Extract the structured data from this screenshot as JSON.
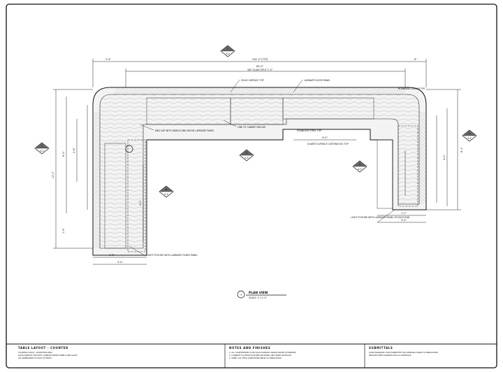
{
  "drawing": {
    "title": "PLAN VIEW",
    "scale": "SCALE: 1\"=1'-0\"",
    "detail_number": "3",
    "callouts": [
      {
        "id": "top",
        "number": "1",
        "sheet": "A-5"
      },
      {
        "id": "left",
        "number": "2",
        "sheet": "A-5"
      },
      {
        "id": "mid",
        "number": "3",
        "sheet": "A-5"
      },
      {
        "id": "inner",
        "number": "4",
        "sheet": "A-5"
      },
      {
        "id": "right",
        "number": "5",
        "sheet": "A-5"
      },
      {
        "id": "rightinner",
        "number": "6",
        "sheet": "A-5"
      }
    ],
    "dims": {
      "top_overall": "104'-0\" [TYP]",
      "top_sub": "60'-0\"",
      "top_note": "3/8\" GLASS SPLIT 2'-0\"",
      "left_overall": "12'-2\"",
      "left_inner": "6'-5\"",
      "left_upper": "2'-6\"",
      "left_lower": "1'-6\"",
      "right_overall": "8'-0\"",
      "right_inner": "4'-0\"",
      "top_left_corner": "2'-4\"",
      "top_right_corner": "6\"",
      "leg_width_a": "1'-2\"",
      "leg_width_b": "3'-0\"",
      "leg_width_c": "1'-2\"",
      "leg_width_d": "3'-0\"",
      "mid_panel": "4'-0\"",
      "inner_height": "4'-0\""
    },
    "annotations": [
      "SOLID SURFACE TOP",
      "LAMINATE DOOR PANEL",
      "STAINLESS STEEL TOP",
      "LINE OF CABINET BELOW",
      "ROUNDED CORNER TYP.",
      "END CAP WITH RADIUS AND WOOD LAMINATE PANEL",
      "QUARTZ SURFACE CONTINUOUS TOP",
      "LIGHT FIXTURE WITH LAMINATE FINISH PANEL",
      "LIGHT FIXTURE WITH LAMINATE PANEL AT EACH END"
    ]
  },
  "title_block": {
    "col1_header": "TABLE LAYOUT - COUNTER",
    "col1_line1": "COUNTER LAYOUT - RECEPTION DESK",
    "col1_line2": "SOLID SURFACE TOP WITH LAMINATE FRONT PANELS AND GLASS",
    "col1_line3": "ALL DIMENSIONS TO FACE OF FINISH",
    "col2_header": "NOTES AND FINISHES",
    "col2_line1": "1. ALL COUNTERTOPS TO BE SOLID SURFACE UNLESS NOTED OTHERWISE",
    "col2_line2": "2. LAMINATE TO MATCH EXISTING MILLWORK AND FINISH SCHEDULE",
    "col2_line3": "3. VERIFY ALL FIELD CONDITIONS PRIOR TO FABRICATION",
    "col3_header": "SUBMITTALS",
    "col3_line1": "SHOP DRAWINGS TO BE SUBMITTED FOR APPROVAL PRIOR TO FABRICATION",
    "col3_line2": "PROVIDE FINISH SAMPLES FOR ALL MATERIALS"
  }
}
